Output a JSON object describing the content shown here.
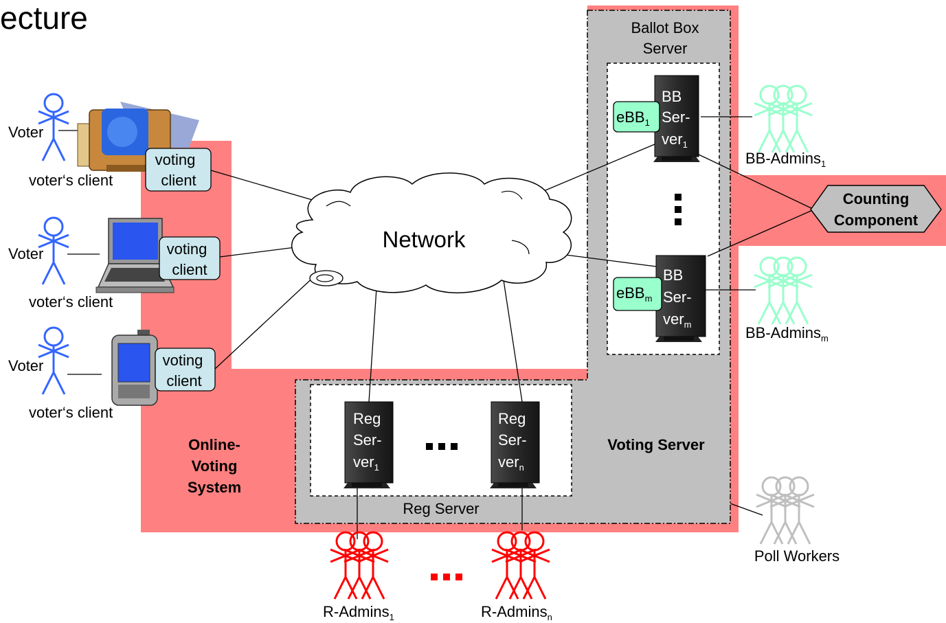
{
  "title_fragment": "ecture",
  "network_label": "Network",
  "voter": {
    "label": "Voter",
    "client_caption": "voter‘s client",
    "voting_client_line1": "voting",
    "voting_client_line2": "client"
  },
  "ballot_box": {
    "line1": "Ballot Box",
    "line2": "Server"
  },
  "bb_server": {
    "line1": "BB",
    "line2": "Ser-",
    "line3": "ver",
    "sub_1": "1",
    "sub_m": "m"
  },
  "ebb": {
    "text": "eBB",
    "sub_1": "1",
    "sub_m": "m"
  },
  "bb_admins": {
    "text": "BB-Admins",
    "sub_1": "1",
    "sub_m": "m"
  },
  "counting": {
    "line1": "Counting",
    "line2": "Component"
  },
  "reg_server_node": {
    "line1": "Reg",
    "line2": "Ser-",
    "line3": "ver",
    "sub_1": "1",
    "sub_n": "n"
  },
  "reg_server_label": "Reg Server",
  "voting_server_label": "Voting Server",
  "online_voting": {
    "line1": "Online-",
    "line2": "Voting",
    "line3": "System"
  },
  "r_admins": {
    "text": "R-Admins",
    "sub_1": "1",
    "sub_n": "n"
  },
  "poll_workers_label": "Poll Workers",
  "colors": {
    "region_pink": "#ff8080",
    "server_gray": "#c0c0c0",
    "voting_client_fill": "#cce8ee",
    "ebb_fill": "#99ffcc",
    "voter_blue": "#3366ff",
    "bb_admin_green": "#99ffcc",
    "r_admin_red": "#ff0000",
    "poll_worker_gray": "#bfbfbf"
  }
}
